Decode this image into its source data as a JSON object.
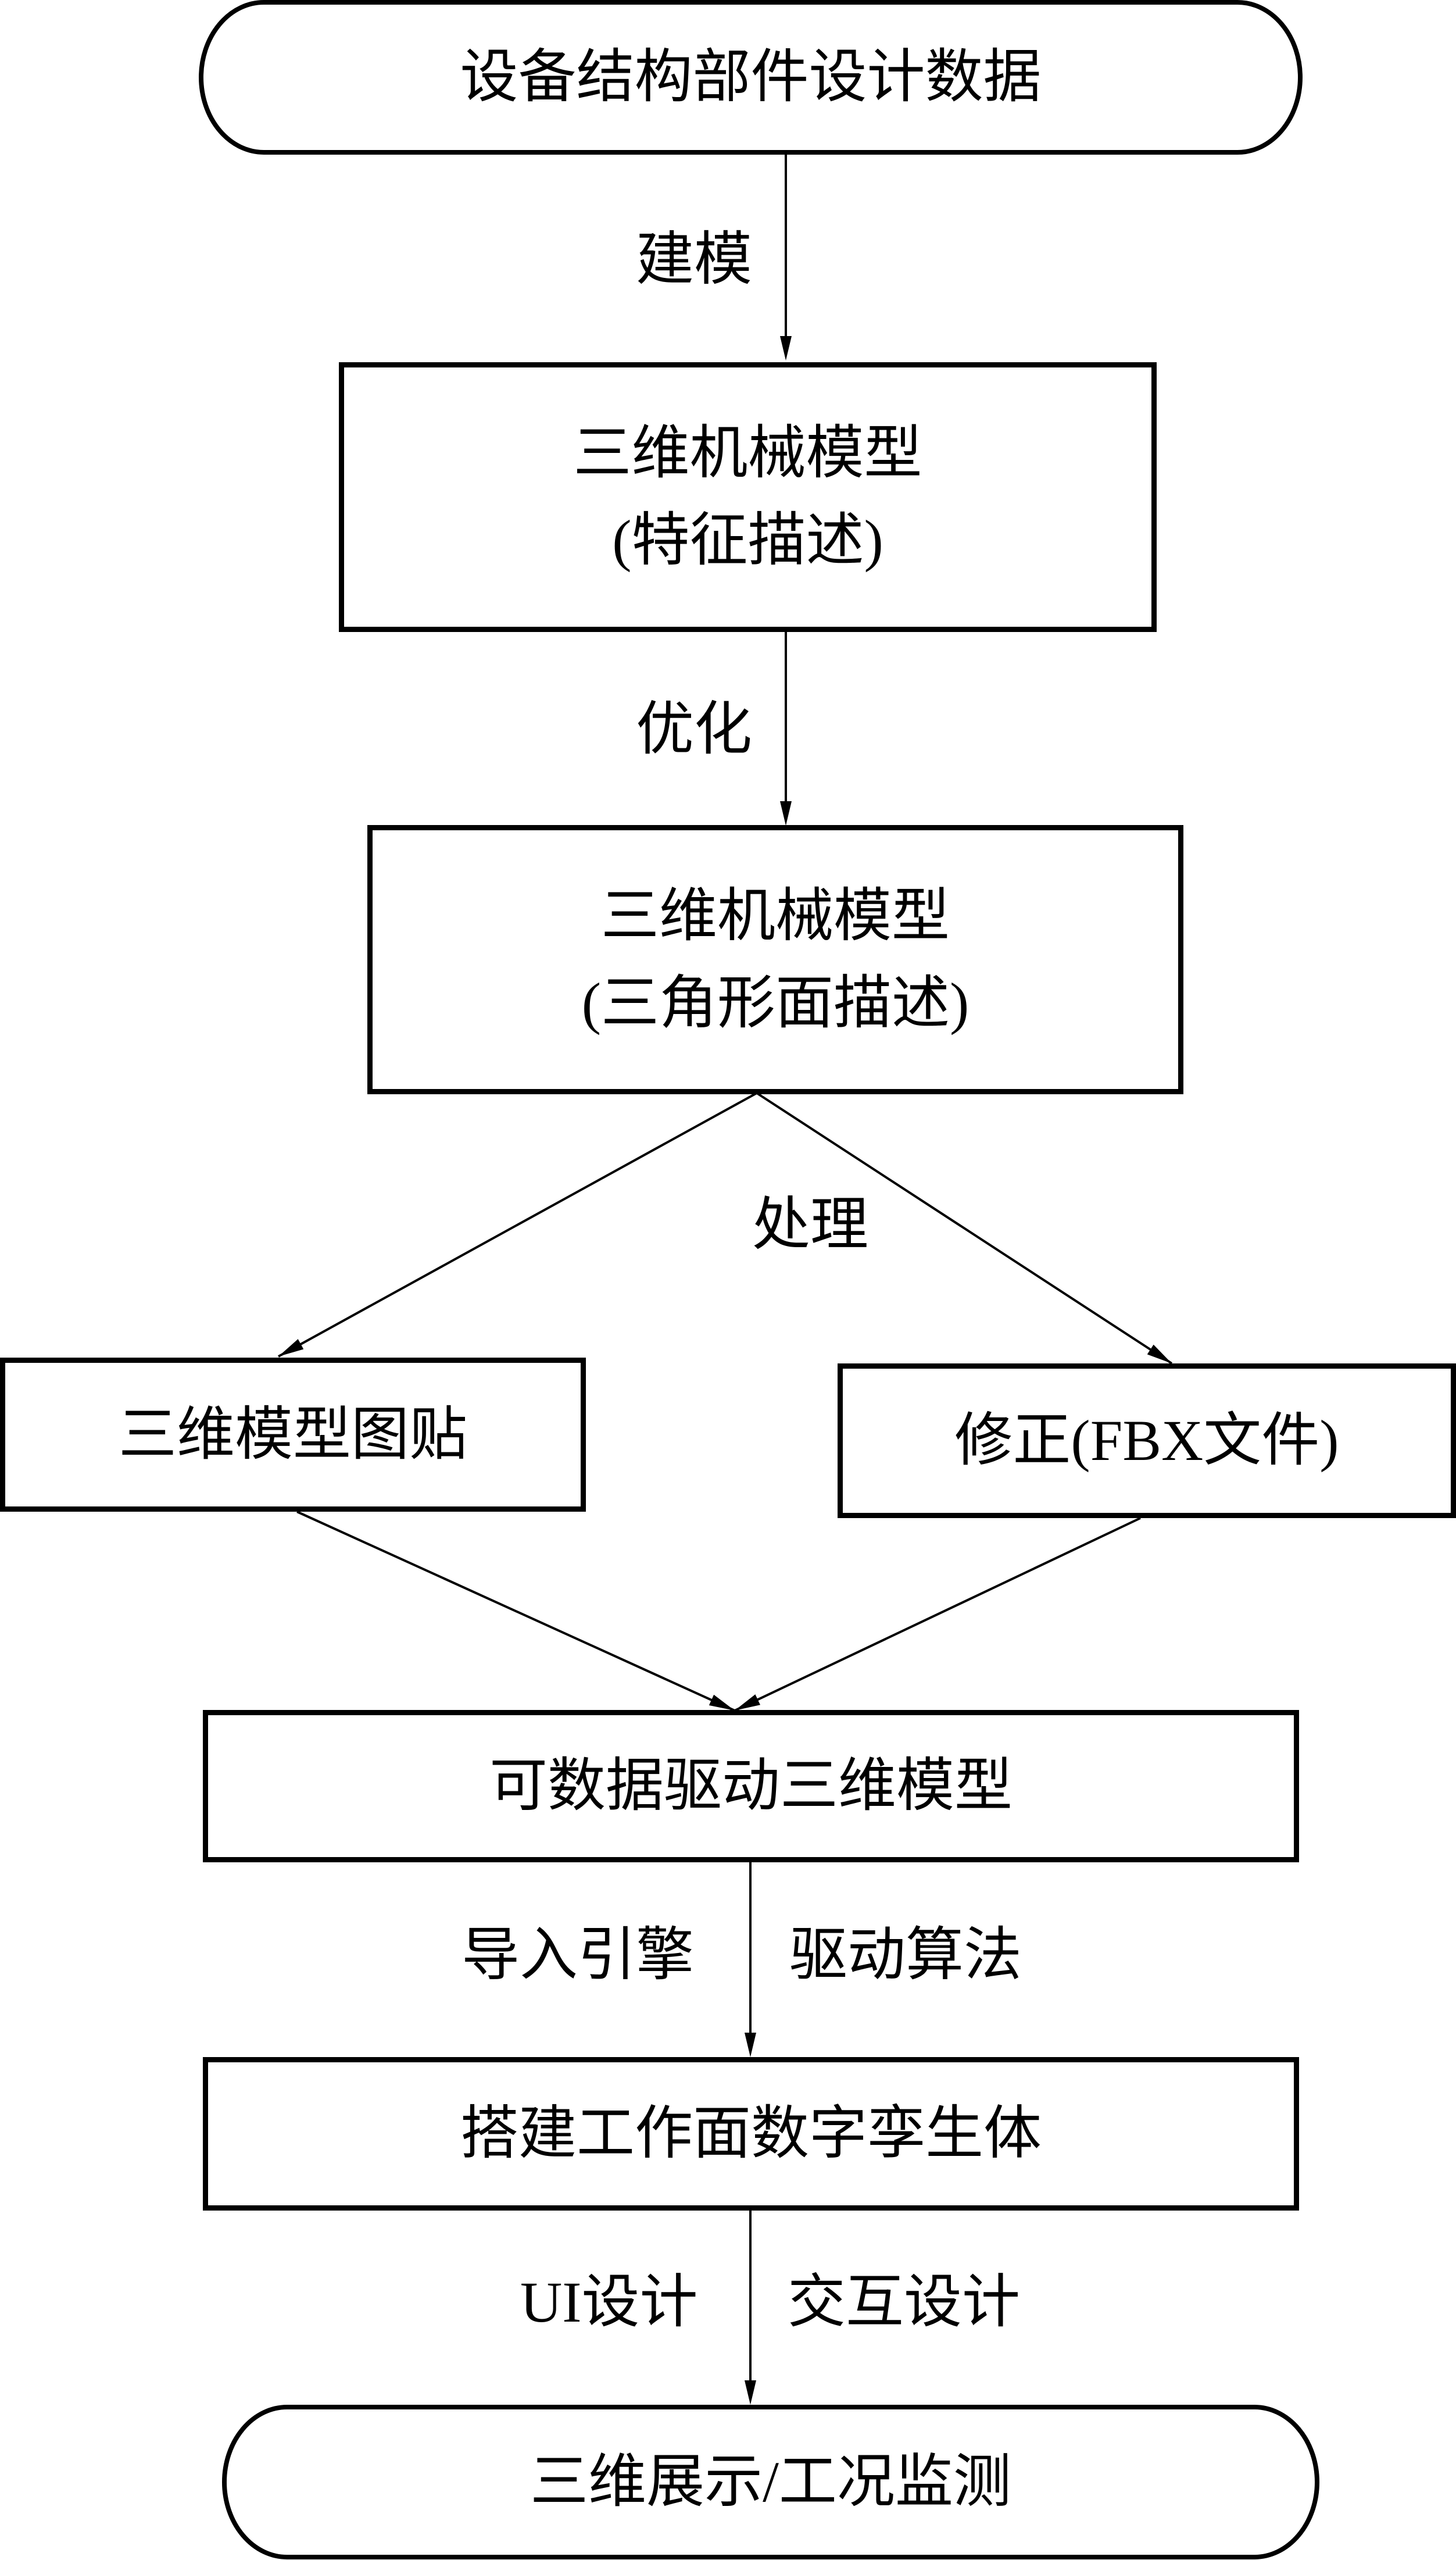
{
  "diagram": {
    "type": "flowchart",
    "nodes": [
      {
        "id": "source",
        "shape": "terminal",
        "lines": [
          "设备结构部件设计数据"
        ]
      },
      {
        "id": "feature_model",
        "shape": "process",
        "lines": [
          "三维机械模型",
          "(特征描述)"
        ]
      },
      {
        "id": "triangle_model",
        "shape": "process",
        "lines": [
          "三维机械模型",
          "(三角形面描述)"
        ]
      },
      {
        "id": "texture",
        "shape": "process",
        "lines": [
          "三维模型图贴"
        ]
      },
      {
        "id": "fbx_fix",
        "shape": "process",
        "lines": [
          "修正(FBX文件)"
        ]
      },
      {
        "id": "driven_model",
        "shape": "process",
        "lines": [
          "可数据驱动三维模型"
        ]
      },
      {
        "id": "digital_twin",
        "shape": "process",
        "lines": [
          "搭建工作面数字孪生体"
        ]
      },
      {
        "id": "display",
        "shape": "terminal",
        "lines": [
          "三维展示/工况监测"
        ]
      }
    ],
    "edges": [
      {
        "from": "source",
        "to": "feature_model",
        "label": "建模"
      },
      {
        "from": "feature_model",
        "to": "triangle_model",
        "label": "优化"
      },
      {
        "from": "triangle_model",
        "to": "texture",
        "label": "处理"
      },
      {
        "from": "triangle_model",
        "to": "fbx_fix",
        "label": "处理"
      },
      {
        "from": "texture",
        "to": "driven_model",
        "label": ""
      },
      {
        "from": "fbx_fix",
        "to": "driven_model",
        "label": ""
      },
      {
        "from": "driven_model",
        "to": "digital_twin",
        "label_left": "导入引擎",
        "label_right": "驱动算法"
      },
      {
        "from": "digital_twin",
        "to": "display",
        "label_left": "UI设计",
        "label_right": "交互设计"
      }
    ],
    "edge_labels": {
      "modeling": "建模",
      "optimize": "优化",
      "process": "处理",
      "import_engine": "导入引擎",
      "drive_algorithm": "驱动算法",
      "ui_design": "UI设计",
      "interaction_design": "交互设计"
    },
    "colors": {
      "stroke": "#000000",
      "fill": "#ffffff",
      "text": "#000000"
    }
  }
}
